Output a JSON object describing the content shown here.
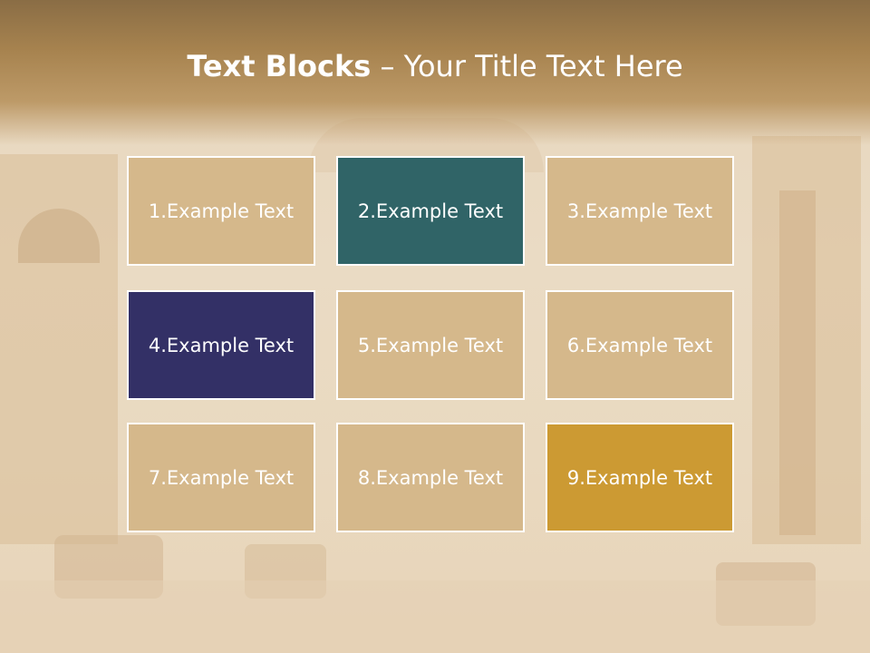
{
  "slide": {
    "title_bold": "Text Blocks",
    "title_sep": " – ",
    "title_rest": "Your Title Text Here"
  },
  "blocks": [
    {
      "label": "1.Example Text",
      "color": "#d5b88b"
    },
    {
      "label": "2.Example Text",
      "color": "#306467"
    },
    {
      "label": "3.Example Text",
      "color": "#d5b88b"
    },
    {
      "label": "4.Example Text",
      "color": "#333066"
    },
    {
      "label": "5.Example Text",
      "color": "#d5b88b"
    },
    {
      "label": "6.Example Text",
      "color": "#d5b88b"
    },
    {
      "label": "7.Example Text",
      "color": "#d5b88b"
    },
    {
      "label": "8.Example Text",
      "color": "#d5b88b"
    },
    {
      "label": "9.Example Text",
      "color": "#cc9a33"
    }
  ]
}
